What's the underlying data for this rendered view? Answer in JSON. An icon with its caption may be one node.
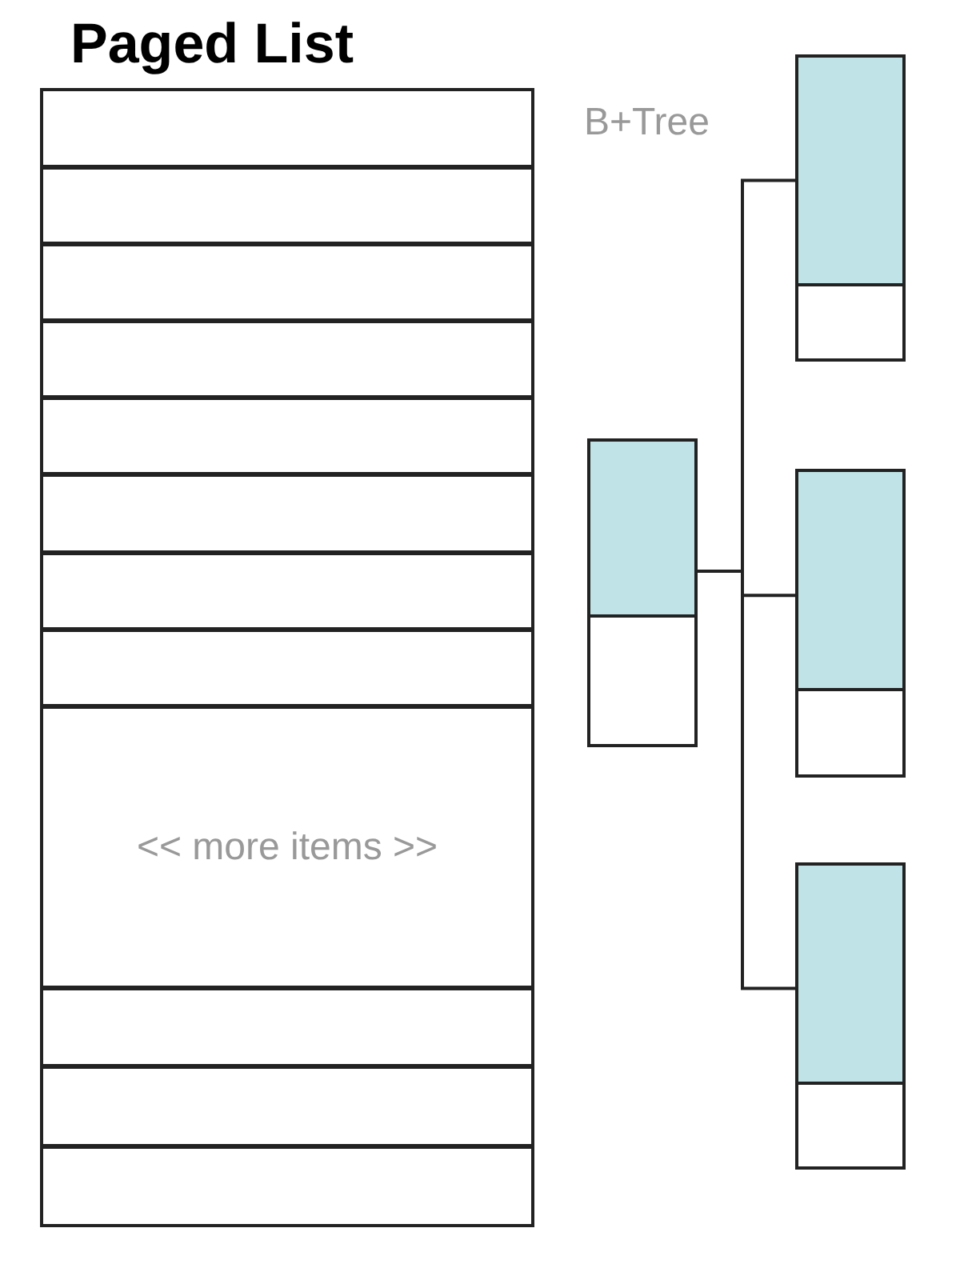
{
  "diagram": {
    "title": "Paged List",
    "nodes": [
      {
        "text": [],
        "shape": "box"
      },
      {
        "text": [],
        "shape": "box"
      },
      {
        "text": [],
        "shape": "box"
      },
      {
        "text": [],
        "shape": "box"
      },
      {
        "text": [],
        "shape": "box"
      },
      {
        "text": [],
        "shape": "box"
      },
      {
        "text": [],
        "shape": "box"
      },
      {
        "text": [],
        "shape": "box"
      },
      {
        "text": [
          "<< more items >>"
        ]
      },
      {
        "text": [],
        "shape": "box"
      },
      {
        "text": [],
        "shape": "box"
      },
      {
        "text": [],
        "shape": "box"
      },
      {
        "text": [],
        "shape": "box"
      },
      {
        "text": [],
        "shape": "box"
      },
      {
        "text": [],
        "shape": "box"
      },
      {
        "text": [],
        "shape": "box"
      }
    ],
    "edges": [
      {
        "from": 12,
        "to": 13,
        "arrow": "none"
      },
      {
        "from": 12,
        "to": 14,
        "arrow": "none"
      },
      {
        "from": 12,
        "to": 15,
        "arrow": "none"
      }
    ],
    "labels": [
      "B+Tree"
    ]
  }
}
